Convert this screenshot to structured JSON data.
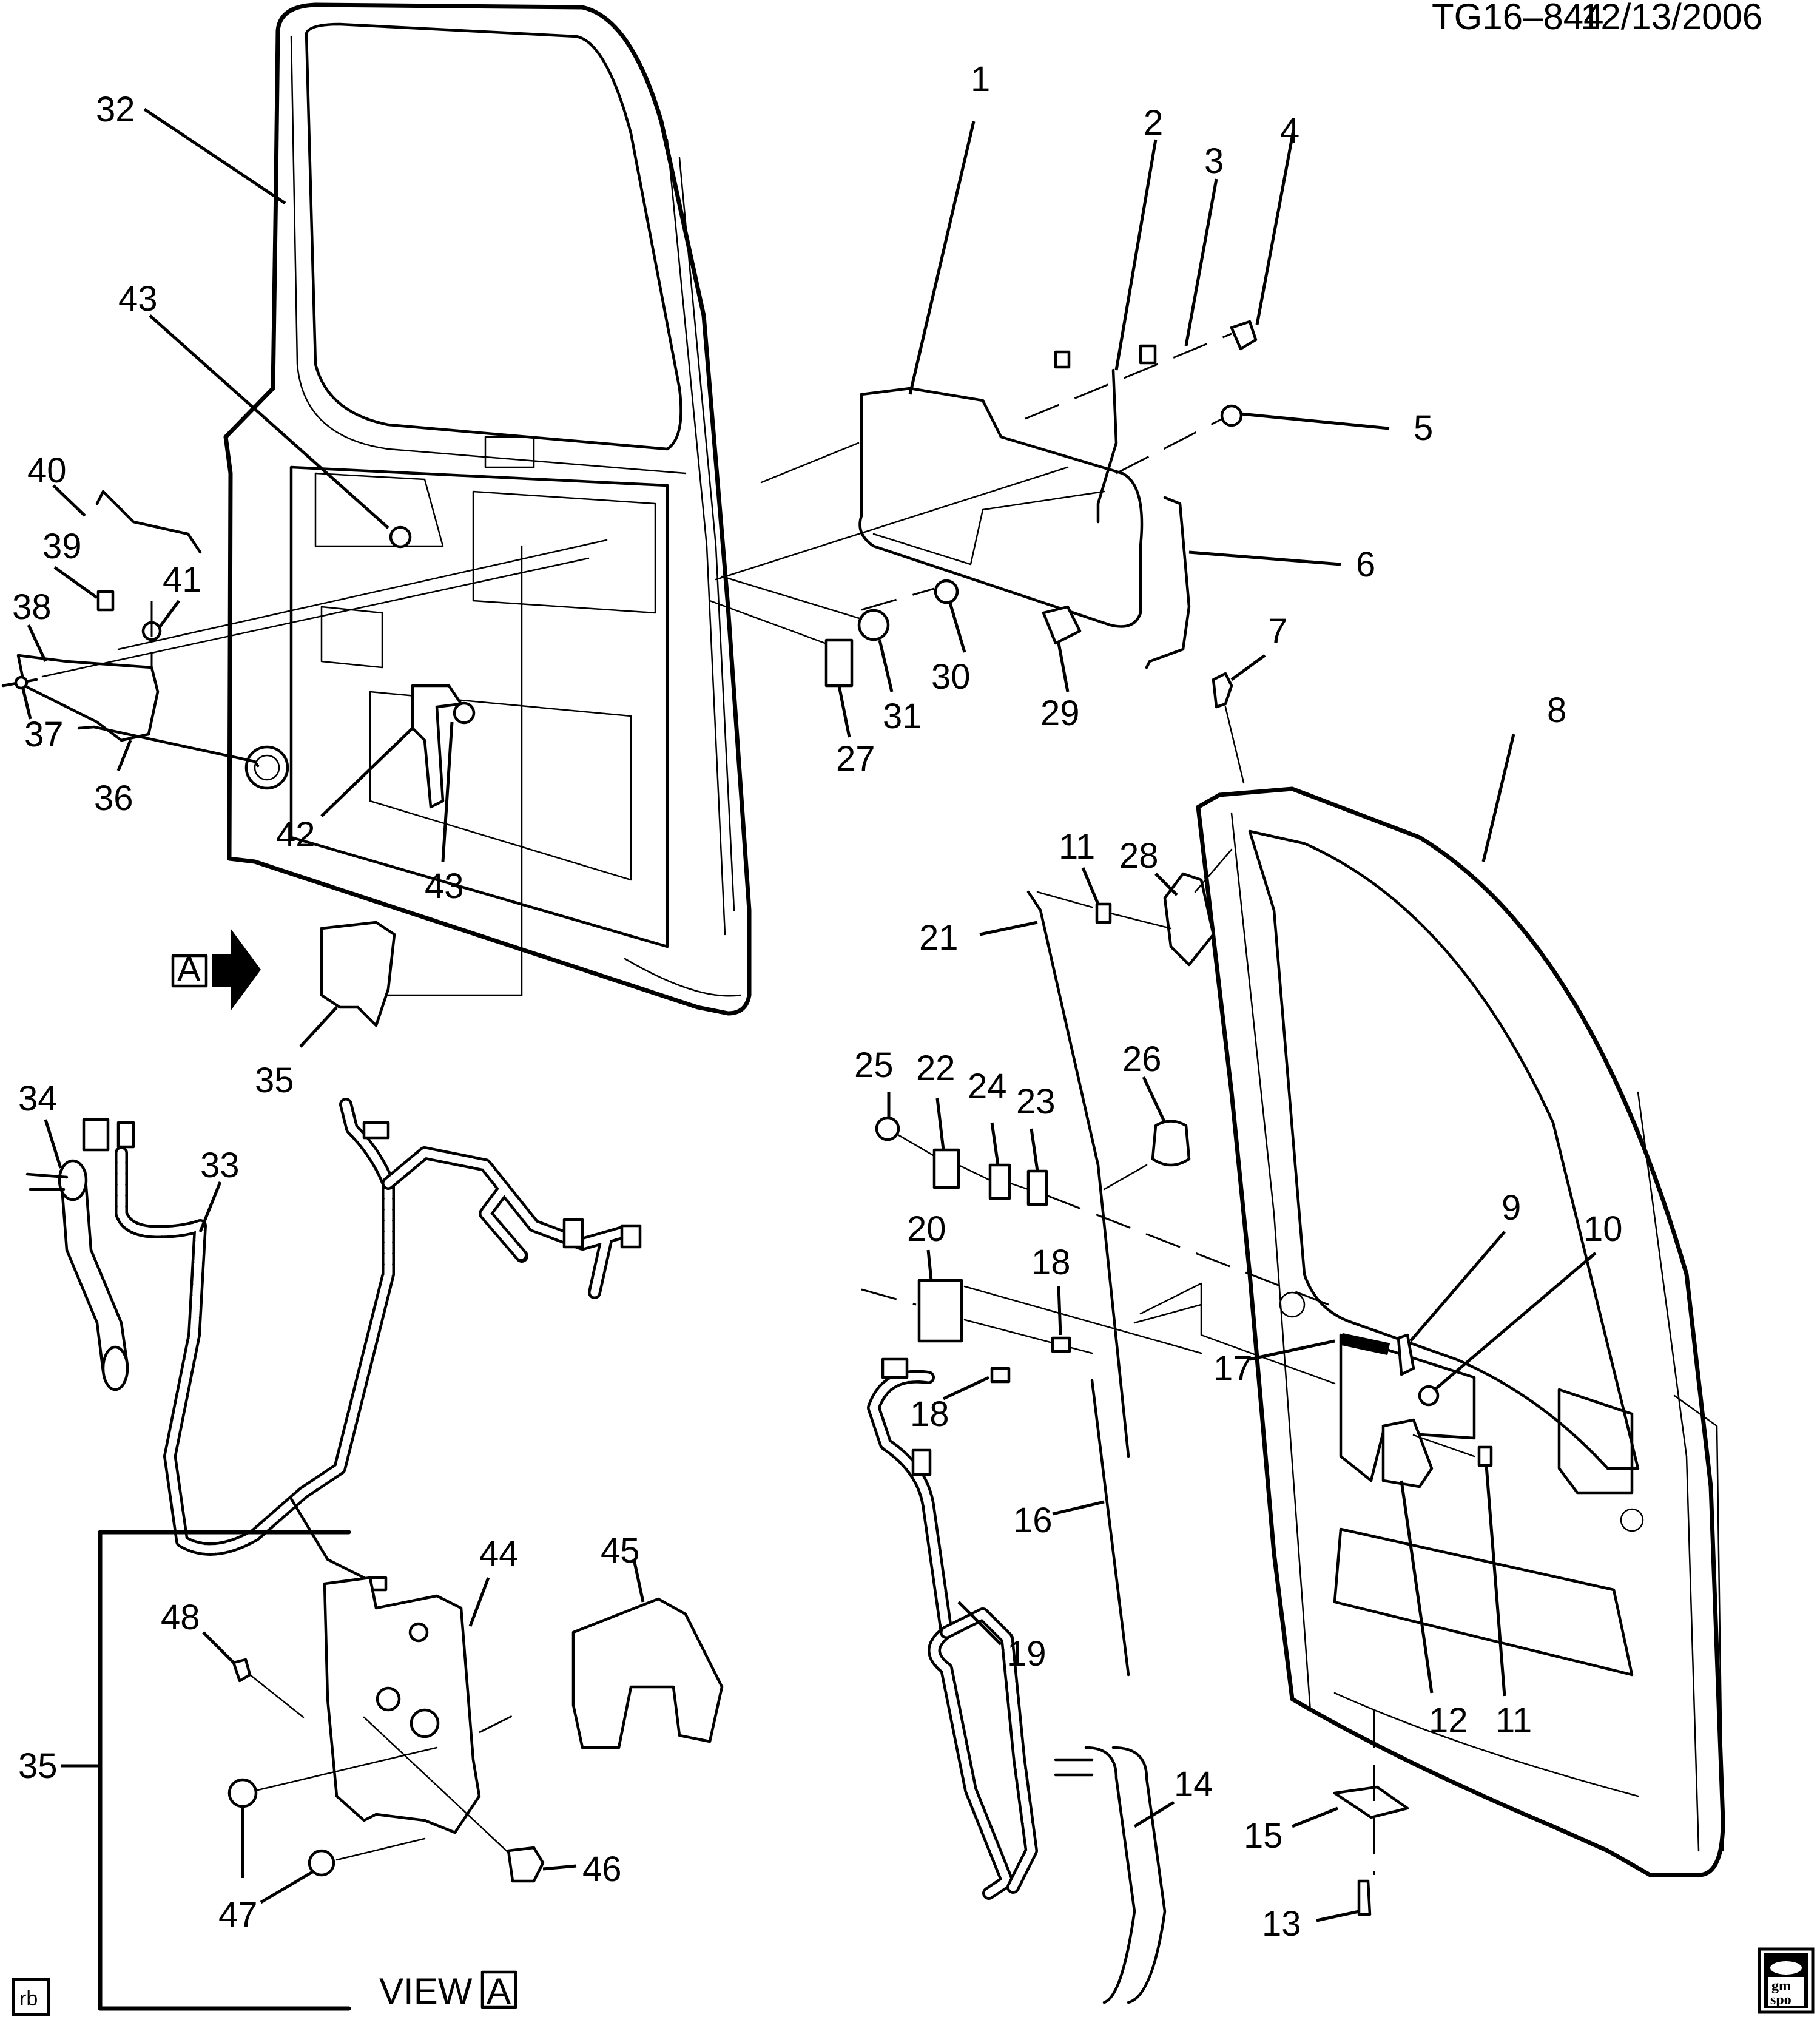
{
  "header": {
    "drawing_number": "TG16–844",
    "date": "12/13/2006"
  },
  "footer": {
    "illustrator_initials": "rb",
    "view_label": "VIEW",
    "view_ref": "A",
    "view_arrow_ref": "A",
    "logo_line1": "gm",
    "logo_line2": "spo"
  },
  "diagram": {
    "type": "exploded-parts",
    "subject": "Rear side door hardware, lock and wiring",
    "callouts": [
      {
        "id": "1",
        "text": "1"
      },
      {
        "id": "2",
        "text": "2"
      },
      {
        "id": "3",
        "text": "3"
      },
      {
        "id": "4",
        "text": "4"
      },
      {
        "id": "5",
        "text": "5"
      },
      {
        "id": "6",
        "text": "6"
      },
      {
        "id": "7",
        "text": "7"
      },
      {
        "id": "8",
        "text": "8"
      },
      {
        "id": "9",
        "text": "9"
      },
      {
        "id": "10",
        "text": "10"
      },
      {
        "id": "11a",
        "text": "11"
      },
      {
        "id": "11b",
        "text": "11"
      },
      {
        "id": "12",
        "text": "12"
      },
      {
        "id": "13",
        "text": "13"
      },
      {
        "id": "14",
        "text": "14"
      },
      {
        "id": "15",
        "text": "15"
      },
      {
        "id": "16",
        "text": "16"
      },
      {
        "id": "17",
        "text": "17"
      },
      {
        "id": "18a",
        "text": "18"
      },
      {
        "id": "18b",
        "text": "18"
      },
      {
        "id": "19",
        "text": "19"
      },
      {
        "id": "20",
        "text": "20"
      },
      {
        "id": "21",
        "text": "21"
      },
      {
        "id": "22",
        "text": "22"
      },
      {
        "id": "23",
        "text": "23"
      },
      {
        "id": "24",
        "text": "24"
      },
      {
        "id": "25",
        "text": "25"
      },
      {
        "id": "26",
        "text": "26"
      },
      {
        "id": "27",
        "text": "27"
      },
      {
        "id": "28",
        "text": "28"
      },
      {
        "id": "29",
        "text": "29"
      },
      {
        "id": "30",
        "text": "30"
      },
      {
        "id": "31",
        "text": "31"
      },
      {
        "id": "32",
        "text": "32"
      },
      {
        "id": "33",
        "text": "33"
      },
      {
        "id": "34",
        "text": "34"
      },
      {
        "id": "35a",
        "text": "35"
      },
      {
        "id": "35b",
        "text": "35"
      },
      {
        "id": "36",
        "text": "36"
      },
      {
        "id": "37",
        "text": "37"
      },
      {
        "id": "38",
        "text": "38"
      },
      {
        "id": "39",
        "text": "39"
      },
      {
        "id": "40",
        "text": "40"
      },
      {
        "id": "41",
        "text": "41"
      },
      {
        "id": "42",
        "text": "42"
      },
      {
        "id": "43a",
        "text": "43"
      },
      {
        "id": "43b",
        "text": "43"
      },
      {
        "id": "44",
        "text": "44"
      },
      {
        "id": "45",
        "text": "45"
      },
      {
        "id": "46",
        "text": "46"
      },
      {
        "id": "47",
        "text": "47"
      },
      {
        "id": "48",
        "text": "48"
      }
    ]
  }
}
